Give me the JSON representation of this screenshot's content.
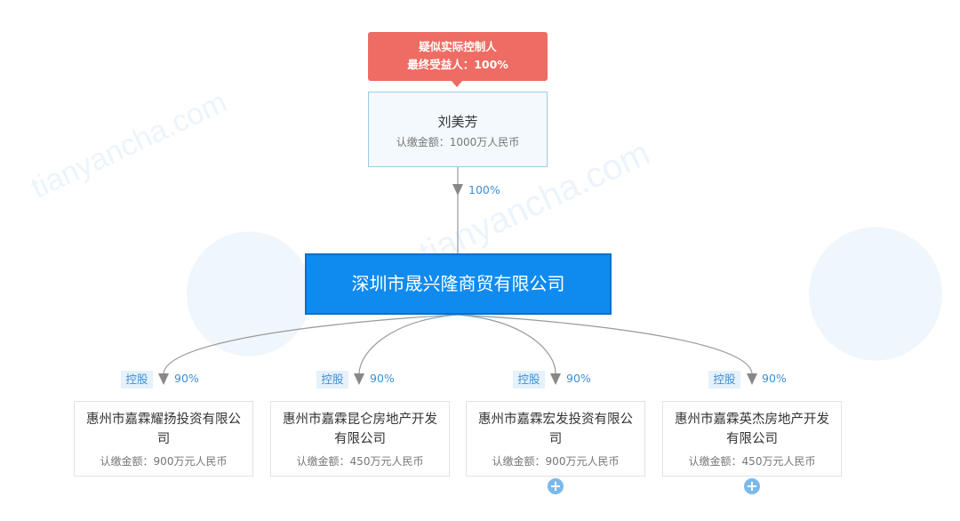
{
  "badge": {
    "line1": "疑似实际控制人",
    "line2": "最终受益人：100%"
  },
  "person": {
    "name": "刘美芳",
    "amount": "认缴金额：1000万人民币",
    "stake": "100%"
  },
  "main_company": {
    "name": "深圳市晟兴隆商贸有限公司"
  },
  "watermark": {
    "text": "tianyancha.com"
  },
  "subsidiaries": [
    {
      "tag": "控股",
      "pct": "90%",
      "name": "惠州市嘉霖耀扬投资有限公司",
      "amount": "认缴金额：900万元人民币",
      "expandable": false
    },
    {
      "tag": "控股",
      "pct": "90%",
      "name": "惠州市嘉霖昆仑房地产开发有限公司",
      "amount": "认缴金额：450万元人民币",
      "expandable": false
    },
    {
      "tag": "控股",
      "pct": "90%",
      "name": "惠州市嘉霖宏发投资有限公司",
      "amount": "认缴金额：900万元人民币",
      "expandable": true
    },
    {
      "tag": "控股",
      "pct": "90%",
      "name": "惠州市嘉霖英杰房地产开发有限公司",
      "amount": "认缴金额：450万元人民币",
      "expandable": true
    }
  ],
  "colors": {
    "badge": "#ee6c63",
    "main": "#0f8bf0",
    "accent": "#3f8fd4",
    "line": "#999999"
  }
}
